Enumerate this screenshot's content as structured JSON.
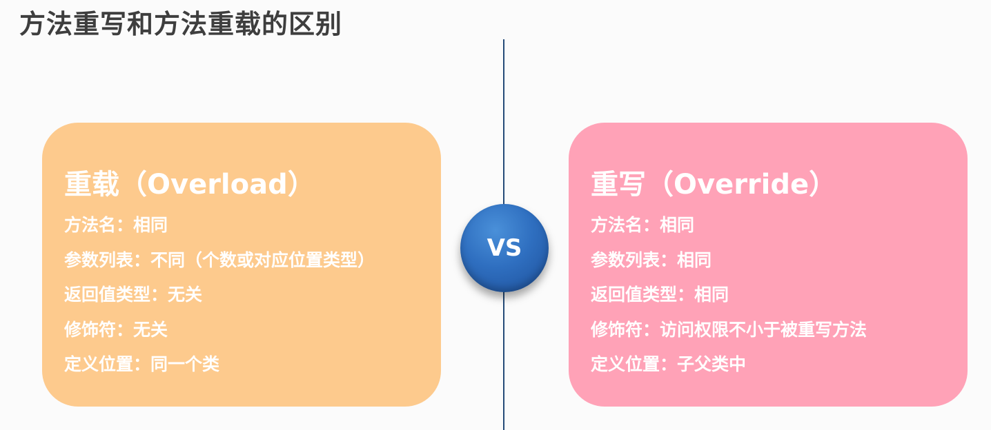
{
  "page": {
    "title": "方法重写和方法重载的区别"
  },
  "center": {
    "vs_label": "VS"
  },
  "overload": {
    "heading": "重载（Overload）",
    "rows": [
      "方法名：相同",
      "参数列表：不同（个数或对应位置类型）",
      "返回值类型：无关",
      "修饰符：无关",
      "定义位置：同一个类"
    ],
    "color": "#fdca8d"
  },
  "override": {
    "heading": "重写（Override）",
    "rows": [
      "方法名：相同",
      "参数列表：相同",
      "返回值类型：相同",
      "修饰符：访问权限不小于被重写方法",
      "定义位置：子父类中"
    ],
    "color": "#ffa2b7"
  },
  "colors": {
    "divider": "#244a78",
    "vs_badge": "#2f6fc0",
    "title_text": "#3e3e3e"
  }
}
